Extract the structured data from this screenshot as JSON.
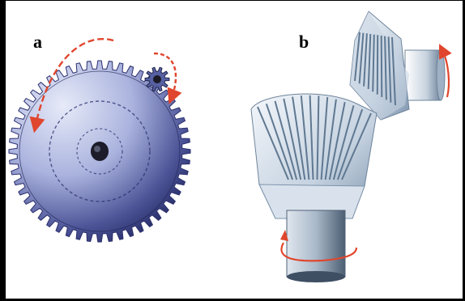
{
  "panels": {
    "a": {
      "label": "a"
    },
    "b": {
      "label": "b"
    }
  },
  "colors": {
    "frame_border": "#000000",
    "background": "#ffffff",
    "spur_gear_light": "#d8def4",
    "spur_gear_dark": "#2b2f6e",
    "bevel_gear_light": "#eef3f8",
    "bevel_gear_dark": "#7d94ad",
    "rotation_arrow": "#e0462d"
  },
  "icons": {
    "arrow": "rotation-arrow",
    "hub": "gear-hub"
  }
}
